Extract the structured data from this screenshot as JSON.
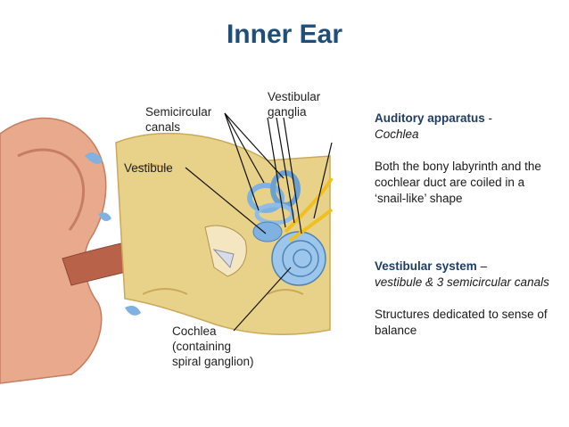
{
  "title": "Inner Ear",
  "labels": {
    "semicircular_canals": "Semicircular\ncanals",
    "vestibular_ganglia": "Vestibular\nganglia",
    "vestibule": "Vestibule",
    "cochlea": "Cochlea\n(containing\nspiral ganglion)"
  },
  "auditory": {
    "heading": "Auditory apparatus",
    "sep": " - ",
    "subtitle": "Cochlea",
    "description": "Both the bony labyrinth and the cochlear duct are coiled in a ‘snail-like’ shape"
  },
  "vestibular": {
    "heading": "Vestibular system",
    "sep": " – ",
    "subtitle": "vestibule & 3 semicircular canals",
    "description": "Structures dedicated to sense of balance"
  },
  "colors": {
    "title": "#1f4e79",
    "heading": "#1f3d66",
    "skin": "#e9a98c",
    "bone": "#e8d28a",
    "fluid": "#7fb2e0"
  }
}
